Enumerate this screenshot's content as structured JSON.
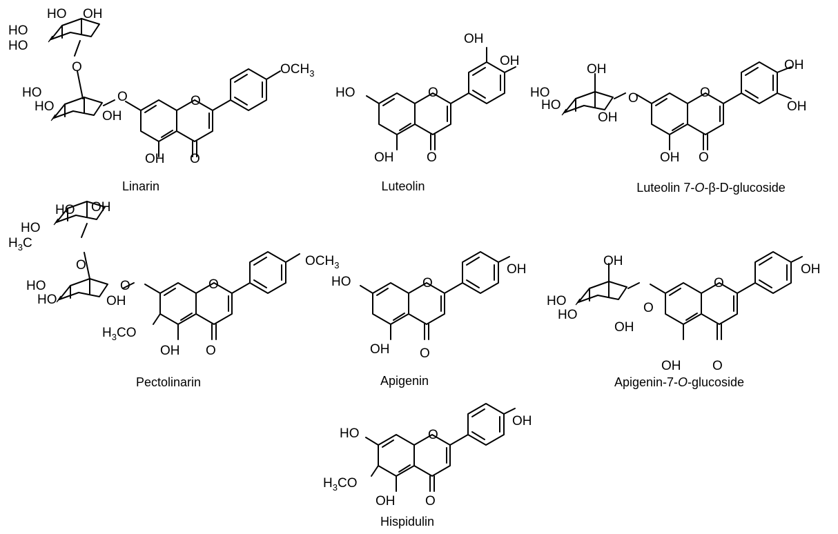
{
  "figure": {
    "compounds": [
      {
        "id": "linarin",
        "name": "Linarin"
      },
      {
        "id": "luteolin",
        "name": "Luteolin"
      },
      {
        "id": "luteolin-7-glucoside",
        "name_parts": [
          "Luteolin 7-",
          "O",
          "-β-D-glucoside"
        ]
      },
      {
        "id": "pectolinarin",
        "name": "Pectolinarin"
      },
      {
        "id": "apigenin",
        "name": "Apigenin"
      },
      {
        "id": "apigenin-7-glucoside",
        "name_parts": [
          "Apigenin-7-",
          "O",
          "-glucoside"
        ]
      },
      {
        "id": "hispidulin",
        "name": "Hispidulin"
      }
    ],
    "atom_labels": {
      "HO": "HO",
      "OH": "OH",
      "O": "O",
      "OCH3": [
        "OCH",
        "3"
      ],
      "H3CO": [
        "H",
        "3",
        "CO"
      ],
      "H3C": [
        "H",
        "3",
        "C"
      ]
    }
  }
}
